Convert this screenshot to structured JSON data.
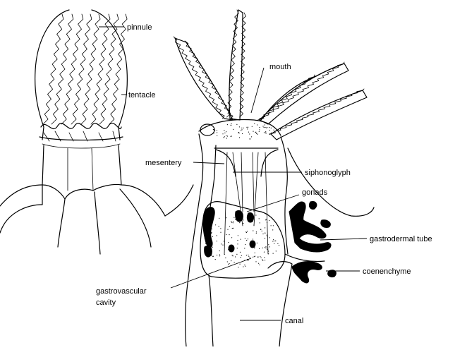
{
  "figure": {
    "labels": {
      "pinnule": "pinnule",
      "tentacle": "tentacle",
      "mouth": "mouth",
      "mesentery": "mesentery",
      "siphonoglyph": "siphonoglyph",
      "gonads": "gonads",
      "gastrodermal_tube": "gastrodermal tube",
      "coenenchyme": "coenenchyme",
      "gastrovascular_line1": "gastrovascular",
      "gastrovascular_line2": "cavity",
      "canal": "canal"
    }
  }
}
